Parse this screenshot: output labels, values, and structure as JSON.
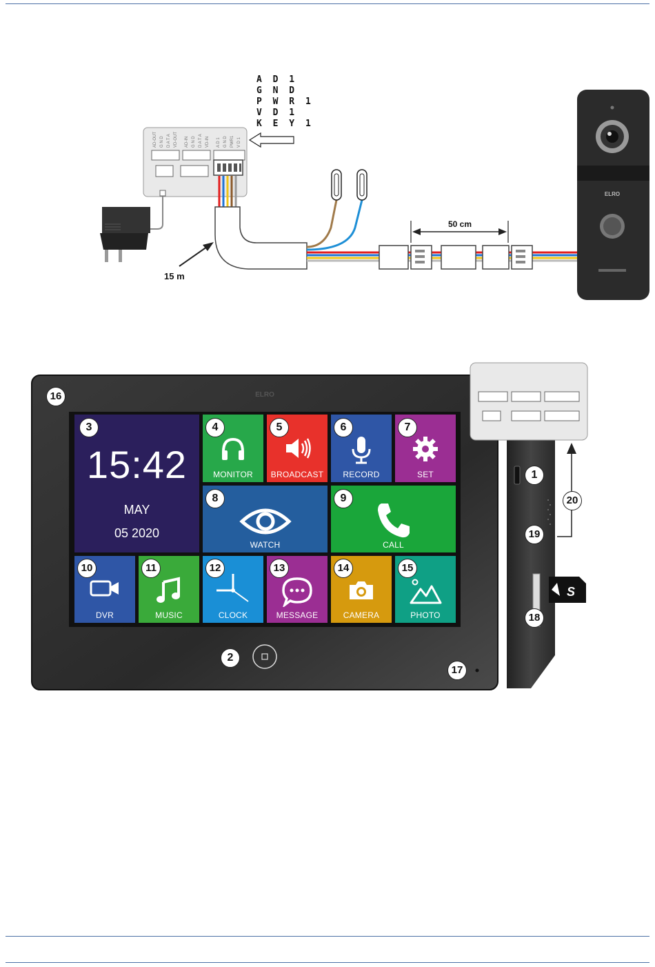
{
  "diagram": {
    "pin_labels": [
      "A D 1",
      "G N D",
      "P W R 1",
      "V D 1",
      "K E Y 1"
    ],
    "cable_length": "15 m",
    "extension_length": "50 cm",
    "brand": "ELRO"
  },
  "screen": {
    "time": "15:42",
    "month": "MAY",
    "date": "05  2020",
    "tiles": [
      {
        "num": "4",
        "label": "MONITOR",
        "color": "#27a84a",
        "icon": "headphones-icon"
      },
      {
        "num": "5",
        "label": "BROADCAST",
        "color": "#e8312b",
        "icon": "speaker-icon"
      },
      {
        "num": "6",
        "label": "RECORD",
        "color": "#2f56a6",
        "icon": "microphone-icon"
      },
      {
        "num": "7",
        "label": "SET",
        "color": "#9b2e93",
        "icon": "gear-icon"
      },
      {
        "num": "8",
        "label": "WATCH",
        "color": "#245e9e",
        "icon": "eye-icon"
      },
      {
        "num": "9",
        "label": "CALL",
        "color": "#1aa63a",
        "icon": "phone-icon"
      },
      {
        "num": "10",
        "label": "DVR",
        "color": "#2f56a6",
        "icon": "video-camera-icon"
      },
      {
        "num": "11",
        "label": "MUSIC",
        "color": "#3aaa3a",
        "icon": "music-note-icon"
      },
      {
        "num": "12",
        "label": "CLOCK",
        "color": "#1a8fd6",
        "icon": "clock-icon"
      },
      {
        "num": "13",
        "label": "MESSAGE",
        "color": "#9b2e93",
        "icon": "chat-bubble-icon"
      },
      {
        "num": "14",
        "label": "CAMERA",
        "color": "#d69a0e",
        "icon": "photo-camera-icon"
      },
      {
        "num": "15",
        "label": "PHOTO",
        "color": "#0fa085",
        "icon": "mountain-picture-icon"
      }
    ],
    "clock_tile_num": "3",
    "clock_tile_color": "#2b1f5c"
  },
  "callouts": {
    "c1": "1",
    "c2": "2",
    "c16": "16",
    "c17": "17",
    "c18": "18",
    "c19": "19",
    "c20": "20"
  }
}
